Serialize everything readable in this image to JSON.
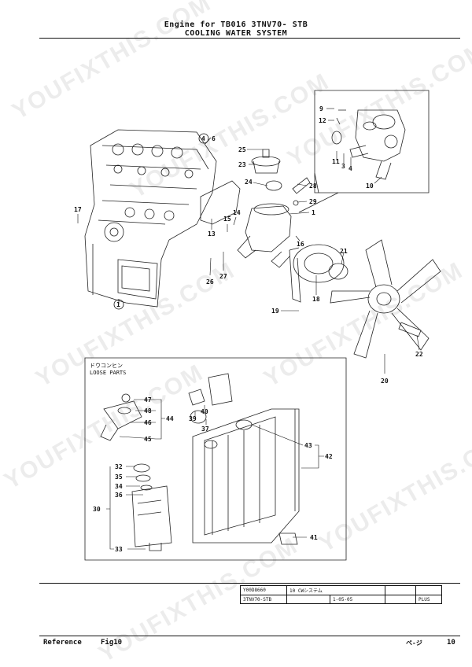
{
  "header": {
    "line1": "Engine for TB016  3TNV70- STB",
    "line2": "COOLING WATER SYSTEM"
  },
  "loose_parts": {
    "jp": "ドウコンヒン",
    "en": "LOOSE PARTS"
  },
  "callouts": [
    "9",
    "12",
    "11",
    "3",
    "4",
    "10",
    "25",
    "23",
    "24",
    "28",
    "29",
    "1",
    "16",
    "4",
    "6",
    "17",
    "13",
    "15",
    "14",
    "26",
    "27",
    "18",
    "21",
    "19",
    "22",
    "20",
    "1",
    "47",
    "48",
    "46",
    "45",
    "44",
    "40",
    "39",
    "37",
    "43",
    "42",
    "32",
    "35",
    "34",
    "36",
    "30",
    "33",
    "41"
  ],
  "watermark": "YOUFIXTHIS.COM",
  "title_block": {
    "row1": [
      "Y00D8660",
      "10 CWシステム",
      "",
      ""
    ],
    "row2": [
      "3TNV70-STB",
      "1-05-05",
      "",
      "PLUS"
    ]
  },
  "footer": {
    "reference": "Reference",
    "fig": "Fig10",
    "page_label": "ペ-ジ",
    "page_number": "10"
  }
}
